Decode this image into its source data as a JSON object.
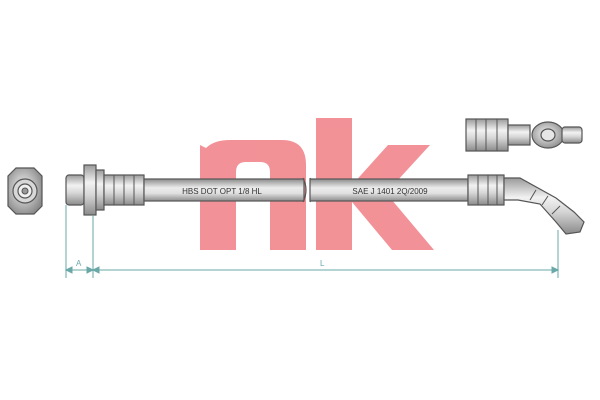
{
  "logo": {
    "text": "nk",
    "color": "#f08a8f"
  },
  "hose_markings": {
    "left_text": "HBS DOT OPT 1/8 HL",
    "right_text": "SAE J 1401 2Q/2009"
  },
  "dimensions": {
    "short_label": "A",
    "length_label": "L"
  },
  "colors": {
    "outline": "#555555",
    "dimension_line": "#6aa8a8",
    "metal_light": "#e8e8e8",
    "metal_dark": "#9a9a9a"
  }
}
